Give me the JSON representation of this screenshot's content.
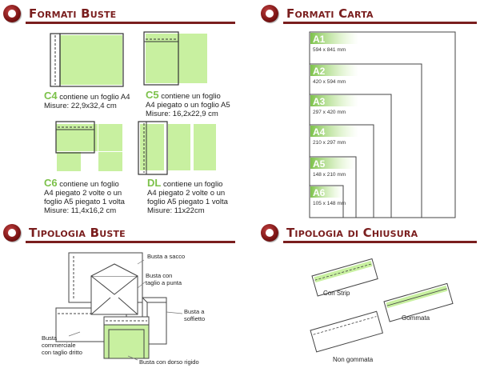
{
  "sections": {
    "formati_buste": "Formati Buste",
    "formati_carta": "Formati Carta",
    "tipologia_buste": "Tipologia Buste",
    "tipologia_chiusura": "Tipologia di Chiusura"
  },
  "buste": {
    "c4": {
      "code": "C4",
      "line1": " contiene un foglio A4",
      "line2": "Misure: 22,9x32,4 cm"
    },
    "c5": {
      "code": "C5",
      "line1": " contiene un foglio",
      "line2": "A4 piegato o un foglio A5",
      "line3": "Misure: 16,2x22,9 cm"
    },
    "c6": {
      "code": "C6",
      "line1": " contiene un foglio",
      "line2": "A4 piegato 2 volte o un",
      "line3": "foglio A5 piegato 1 volta",
      "line4": "Misure: 11,4x16,2 cm"
    },
    "dl": {
      "code": "DL",
      "line1": " contiene un foglio",
      "line2": "A4 piegato 2 volte o un",
      "line3": "foglio A5 piegato 1 volta",
      "line4": "Misure: 11x22cm"
    }
  },
  "carta": [
    {
      "name": "A1",
      "dims": "594 x 841 mm"
    },
    {
      "name": "A2",
      "dims": "420 x 594 mm"
    },
    {
      "name": "A3",
      "dims": "297 x 420 mm"
    },
    {
      "name": "A4",
      "dims": "210 x 297 mm"
    },
    {
      "name": "A5",
      "dims": "148 x 210 mm"
    },
    {
      "name": "A6",
      "dims": "105 x 148 mm"
    }
  ],
  "tipologia": {
    "sacco": "Busta a sacco",
    "punta1": "Busta con",
    "punta2": "taglio a punta",
    "soffietto1": "Busta a",
    "soffietto2": "soffietto",
    "comm1": "Busta",
    "comm2": "commerciale",
    "comm3": "con taglio dritto",
    "dorso": "Busta con dorso rigido"
  },
  "chiusura": {
    "strip": "Con Strip",
    "gommata": "Gommata",
    "non_gommata": "Non gommata"
  },
  "colors": {
    "accent": "#7a1e1e",
    "green": "#c8f0a0",
    "code": "#7cc14a"
  }
}
